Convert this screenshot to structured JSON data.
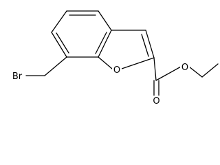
{
  "molecule": {
    "atoms": {
      "bromine": "Br",
      "ring_oxygen": "O",
      "carbonyl_oxygen": "O",
      "ester_oxygen": "O"
    }
  }
}
